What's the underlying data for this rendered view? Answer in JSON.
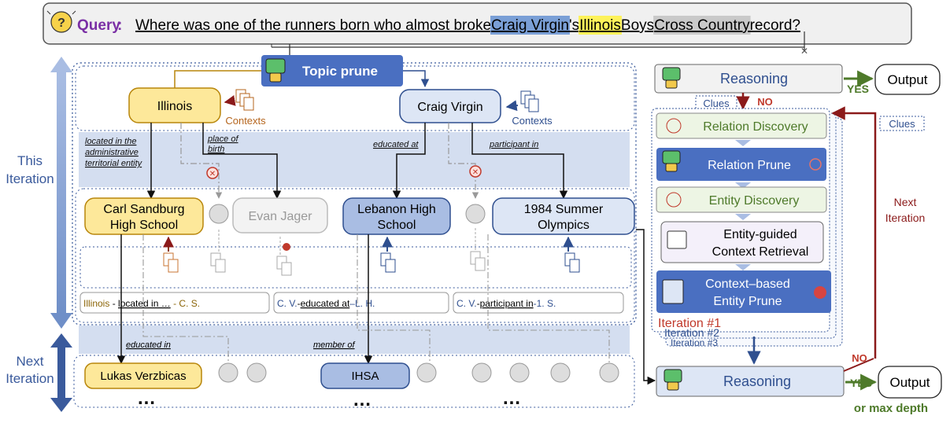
{
  "query": {
    "label": "Query",
    "parts": [
      {
        "text": "Where was one of the runners born who almost broke ",
        "hl": ""
      },
      {
        "text": "Craig Virgin",
        "hl": "#7a9fd6"
      },
      {
        "text": "'s ",
        "hl": ""
      },
      {
        "text": "Illinois",
        "hl": "#fdf25a"
      },
      {
        "text": " Boys ",
        "hl": ""
      },
      {
        "text": "Cross Country",
        "hl": "#c9c9c9"
      },
      {
        "text": " record?",
        "hl": ""
      }
    ]
  },
  "left_labels": {
    "this_iteration": [
      "This",
      "Iteration"
    ],
    "next_iteration": [
      "Next",
      "Iteration"
    ]
  },
  "topic_prune": "Topic prune",
  "topic_entities": {
    "illinois": "Illinois",
    "craig_virgin": "Craig Virgin"
  },
  "contexts_label": "Contexts",
  "relations": {
    "located": [
      "located in the",
      "administrative",
      "territorial entity"
    ],
    "birth": [
      "place of",
      "birth"
    ],
    "educated_at": "educated at",
    "participant_in": "participant in"
  },
  "entities": {
    "carl_sandburg": [
      "Carl Sandburg",
      "High School"
    ],
    "evan_jager": "Evan Jager",
    "lebanon": [
      "Lebanon High",
      "School"
    ],
    "olympics": [
      "1984 Summer",
      "Olympics"
    ]
  },
  "triples": [
    {
      "head": "Illinois",
      "sep1": " - ",
      "rel": "located in …",
      "sep2": " - C. S."
    },
    {
      "head": "C. V.",
      "sep1": "-",
      "rel": "educated at",
      "sep2": "–L. H."
    },
    {
      "head": "C. V.",
      "sep1": "-",
      "rel": "participant in",
      "sep2": "-1. S."
    }
  ],
  "next_relations": {
    "educated_in": "educated in",
    "member_of": "member  of"
  },
  "next_entities": {
    "lukas": "Lukas Verzbicas",
    "ihsa": "IHSA"
  },
  "ellipsis": "…",
  "right_panel": {
    "reasoning": "Reasoning",
    "output": "Output",
    "yes": "YES",
    "no": "NO",
    "clues": "Clues",
    "steps": {
      "relation_discovery": "Relation Discovery",
      "relation_prune": "Relation Prune",
      "entity_discovery": "Entity Discovery",
      "context_retrieval": [
        "Entity-guided",
        "Context Retrieval"
      ],
      "entity_prune": [
        "Context–based",
        "Entity Prune"
      ]
    },
    "iterations": [
      "Iteration #1",
      "Iteration #2",
      "Iteration #3"
    ],
    "next_iteration": [
      "Next",
      "Iteration"
    ],
    "max_depth": "or max depth"
  },
  "colors": {
    "yellow_fill": "#fde89a",
    "yellow_stroke": "#b8860b",
    "blue_fill": "#a9bde3",
    "blue_light": "#dde6f5",
    "blue_dark": "#3a5a9c",
    "green_text": "#4e7a2a",
    "red": "#c0392b",
    "band": "#d4def0",
    "prune_fill": "#4a6fc1",
    "gray": "#b0b0b0"
  }
}
